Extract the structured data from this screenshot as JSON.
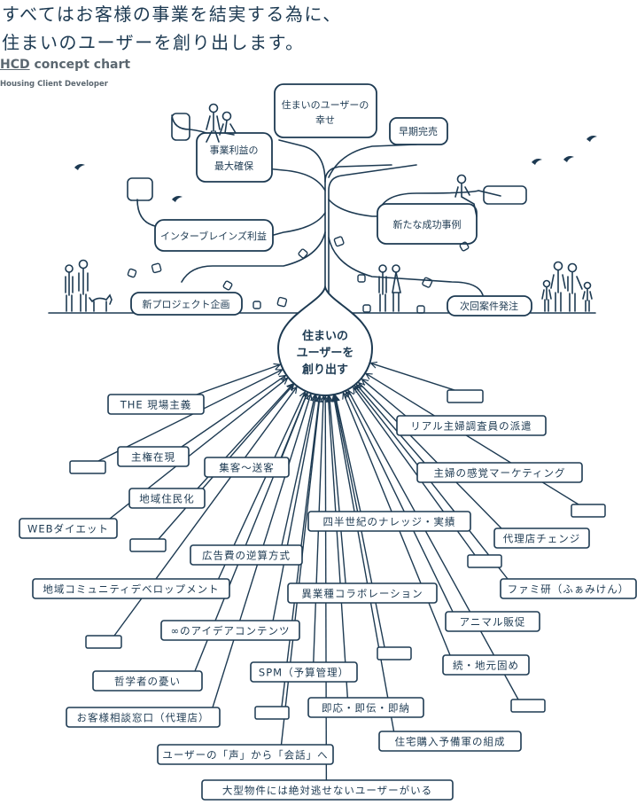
{
  "headline": {
    "line1": "すべてはお客様の事業を結実する為に、",
    "line2": "住まいのユーザーを創り出します。"
  },
  "chart_title": {
    "abbr": "HCD",
    "rest": " concept chart",
    "subtitle": "Housing Client Developer"
  },
  "tree": {
    "top_goal": [
      "住まいのユーザーの",
      "幸せ"
    ],
    "early": "早期完売",
    "profit": [
      "事業利益の",
      "最大確保"
    ],
    "success": "新たな成功事例",
    "inter": "インターブレインズ利益",
    "newproj": "新プロジェクト企画",
    "next": "次回案件発注"
  },
  "core": [
    "住まいの",
    "ユーザーを",
    "創り出す"
  ],
  "roots": {
    "genba": "THE 現場主義",
    "shuken": "主権在現",
    "shukyaku": "集客～送客",
    "chiiki": "地域住民化",
    "web": "WEBダイエット",
    "koukoku": "広告費の逆算方式",
    "yonhan": "四半世紀のナレッジ・実績",
    "community": "地域コミュニティデベロップメント",
    "igyoushu": "異業種コラボレーション",
    "content": "∞のアイデアコンテンツ",
    "spm": "SPM（予算管理）",
    "tetsugaku": "哲学者の憂い",
    "soudan": "お客様相談窓口（代理店）",
    "sokuou": "即応・即伝・即納",
    "koe": "ユーザーの「声」から「会話」へ",
    "juutaku": "住宅購入予備軍の組成",
    "oogata": "大型物件には絶対逃せないユーザーがいる",
    "real": "リアル主婦調査員の派遣",
    "kankaku": "主婦の感覚マーケティング",
    "dairiten": "代理店チェンジ",
    "famiken": "ファミ研（ふぁみけん）",
    "animal": "アニマル販促",
    "zoku": "続・地元固め"
  }
}
